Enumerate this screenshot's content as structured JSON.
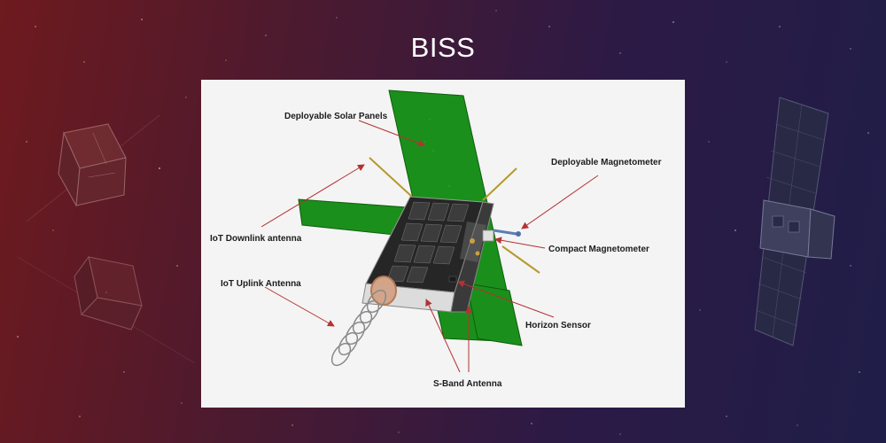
{
  "slide": {
    "title": "BISS"
  },
  "diagram": {
    "callouts": {
      "deployable_solar_panels": "Deployable Solar Panels",
      "deployable_magnetometer": "Deployable Magnetometer",
      "iot_downlink_antenna": "IoT Downlink antenna",
      "compact_magnetometer": "Compact Magnetometer",
      "iot_uplink_antenna": "IoT Uplink Antenna",
      "horizon_sensor": "Horizon Sensor",
      "s_band_antenna": "S-Band Antenna"
    }
  },
  "colors": {
    "background_left": "#6e1a1e",
    "background_right": "#1f1e48",
    "panel_background": "#f4f4f4",
    "solar_panel_green": "#1b8f1b",
    "arrow_red": "#b43232",
    "callout_text": "#1c1c1c"
  }
}
